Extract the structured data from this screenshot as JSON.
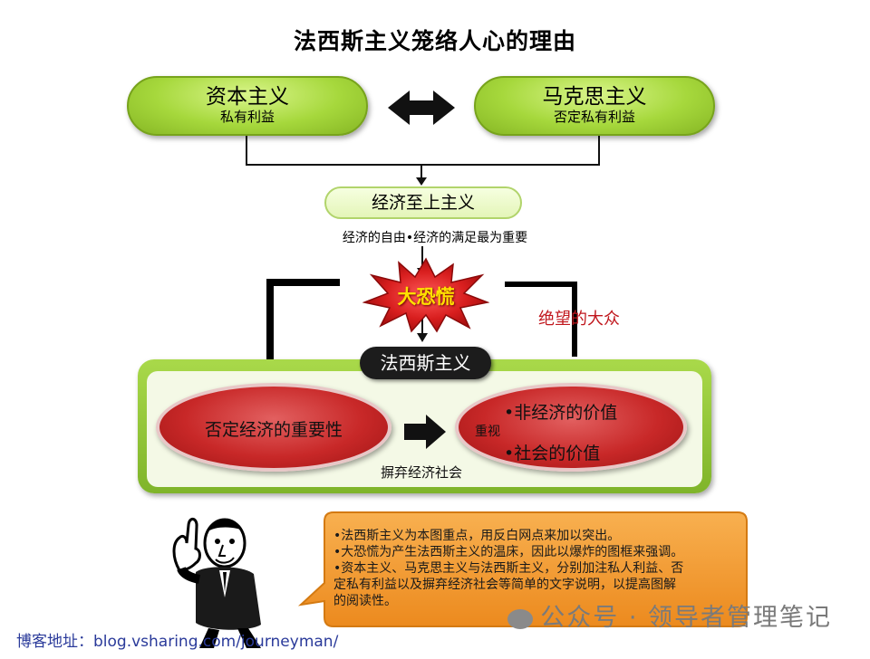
{
  "title": "法西斯主义笼络人心的理由",
  "top_left": {
    "main": "资本主义",
    "sub": "私有利益"
  },
  "top_right": {
    "main": "马克思主义",
    "sub": "否定私有利益"
  },
  "economy": {
    "label": "经济至上主义",
    "note": "经济的自由•经济的满足最为重要"
  },
  "panic": {
    "label": "大恐慌"
  },
  "despair": {
    "label": "绝望的大众"
  },
  "fascism": {
    "label": "法西斯主义"
  },
  "left_oval": {
    "label": "否定经济的重要性"
  },
  "right_oval": {
    "item1": "•非经济的价值",
    "emphasis": "重视",
    "item2": "•社会的价值"
  },
  "abandon": {
    "label": "摒弃经济社会"
  },
  "callout": {
    "lines": [
      "•法西斯主义为本图重点，用反白网点来加以突出。",
      "•大恐慌为产生法西斯主义的温床，因此以爆炸的图框来强调。",
      "•资本主义、马克思主义与法西斯主义，分别加注私人利益、否",
      "定私有利益以及摒弃经济社会等简单的文字说明，以提高图解",
      "的阅读性。"
    ]
  },
  "watermark": "公众号 · 领导者管理笔记",
  "blog": "博客地址：blog.vsharing.com/journeyman/",
  "colors": {
    "green": "#a6d83c",
    "red": "#c82828",
    "orange": "#f29a2e",
    "dark": "#1c1c1c",
    "despair_text": "#c0161c"
  }
}
